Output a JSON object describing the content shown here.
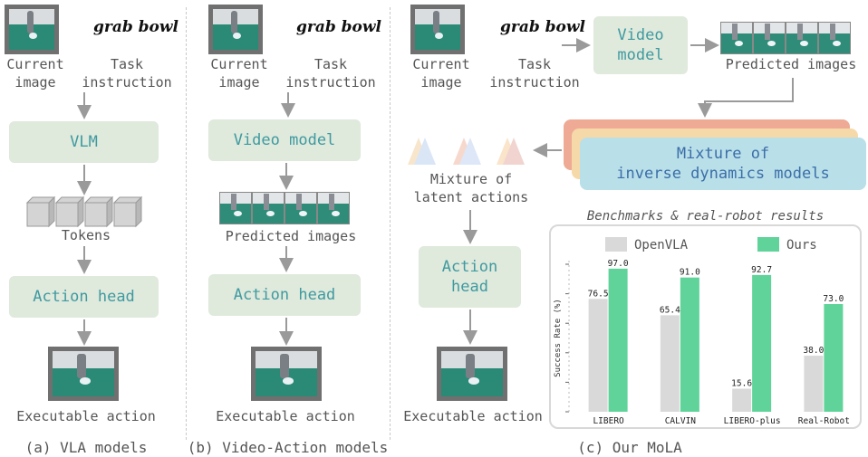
{
  "task_text": "grab bowl",
  "labels": {
    "current_image": [
      "Current",
      "image"
    ],
    "task_instruction": [
      "Task",
      "instruction"
    ],
    "tokens": "Tokens",
    "predicted_images": "Predicted images",
    "executable_action": "Executable action",
    "mixture_latent": [
      "Mixture of",
      "latent actions"
    ]
  },
  "boxes": {
    "vlm": "VLM",
    "action_head": "Action head",
    "video_model": "Video model",
    "video_model_c": [
      "Video",
      "model"
    ],
    "action_head_c": [
      "Action",
      "head"
    ],
    "mixture_idm": [
      "Mixture of",
      "inverse dynamics models"
    ]
  },
  "captions": {
    "a": "(a) VLA models",
    "b": "(b) Video-Action models",
    "c": "(c) Our MoLA"
  },
  "chart_data": {
    "type": "bar",
    "title": "Benchmarks & real-robot results",
    "ylabel": "Success Rate (%)",
    "xlabel": "",
    "ylim": [
      0,
      100
    ],
    "categories": [
      "LIBERO",
      "CALVIN",
      "LIBERO-plus",
      "Real-Robot"
    ],
    "series": [
      {
        "name": "OpenVLA",
        "values": [
          76.5,
          65.4,
          15.6,
          38.0
        ],
        "color": "#d9d9d9"
      },
      {
        "name": "Ours",
        "values": [
          97.0,
          91.0,
          92.7,
          73.0
        ],
        "color": "#5fd39a"
      }
    ],
    "legend": "top",
    "grid": false
  },
  "colors": {
    "box_green": "#dfe9dc",
    "box_text": "#3f9aa0",
    "idm_blue": "#b9dfe9",
    "idm_orange": "#f6d9a8",
    "idm_red": "#eeaa94"
  }
}
